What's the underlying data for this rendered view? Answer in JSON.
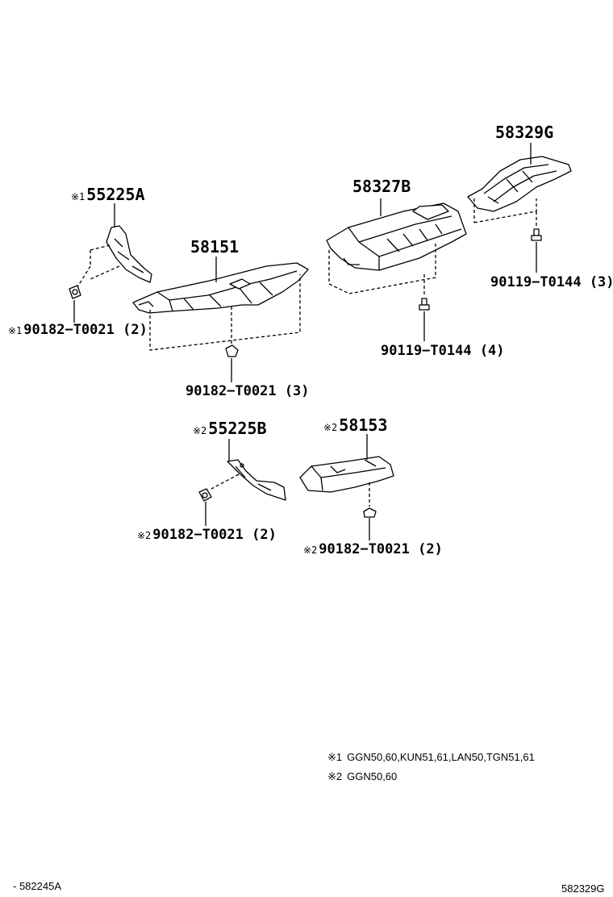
{
  "parts": {
    "p58329G": {
      "number": "58329G"
    },
    "p58327B": {
      "number": "58327B"
    },
    "p55225A": {
      "mark": "※1",
      "number": "55225A"
    },
    "p58151": {
      "number": "58151"
    },
    "p55225B": {
      "mark": "※2",
      "number": "55225B"
    },
    "p58153": {
      "mark": "※2",
      "number": "58153"
    }
  },
  "fasteners": {
    "f1": {
      "text": "90119−T0144 (3)"
    },
    "f2": {
      "mark": "※1",
      "text": "90182−T0021 (2)"
    },
    "f3": {
      "text": "90119−T0144 (4)"
    },
    "f4": {
      "text": "90182−T0021 (3)"
    },
    "f5": {
      "mark": "※2",
      "text": "90182−T0021 (2)"
    },
    "f6": {
      "mark": "※2",
      "text": "90182−T0021 (2)"
    }
  },
  "notes": [
    {
      "mark": "※1",
      "text": "GGN50,60,KUN51,61,LAN50,TGN51,61"
    },
    {
      "mark": "※2",
      "text": "GGN50,60"
    }
  ],
  "footer": {
    "left": "- 582245A",
    "right": "582329G"
  }
}
